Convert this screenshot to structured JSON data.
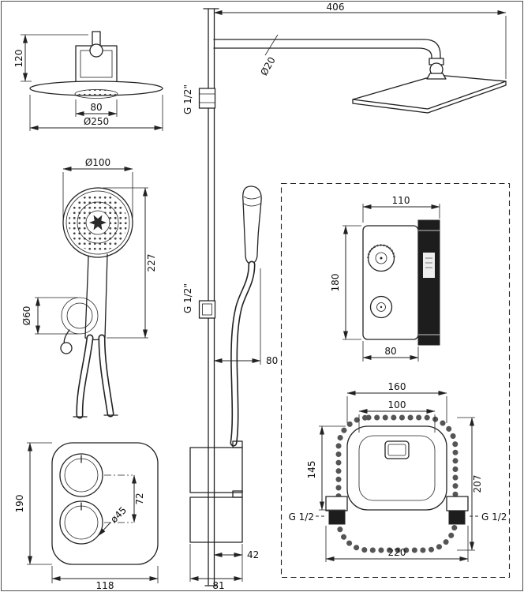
{
  "title": "Shower set technical drawing",
  "colors": {
    "line": "#222222",
    "background": "#ffffff",
    "dark_fill": "#1d1d1d"
  },
  "views": {
    "overhead_side": {
      "height": "120",
      "bracket_width": "80",
      "head_diameter": "Ø250"
    },
    "arm": {
      "length": "406",
      "pipe_diameter": "Ø20"
    },
    "rail": {
      "top_thread": "G 1/2\"",
      "outlet_thread": "G 1/2\"",
      "outlet_offset": "80"
    },
    "hand_shower": {
      "head_diameter": "Ø100",
      "length": "227",
      "holder_diameter": "Ø60"
    },
    "mixer_side": {
      "width": "110",
      "height": "180",
      "face_width": "80"
    },
    "concealed_box": {
      "plate_width": "160",
      "inner_width": "100",
      "inner_height": "145",
      "height": "207",
      "width": "220",
      "thread_left": "G 1/2",
      "thread_right": "G 1/2"
    },
    "mixer_front": {
      "height": "190",
      "handle_spacing": "72",
      "handle_diameter": "ø45",
      "width": "118"
    },
    "mixer_profile": {
      "depth": "42",
      "width": "81"
    }
  }
}
